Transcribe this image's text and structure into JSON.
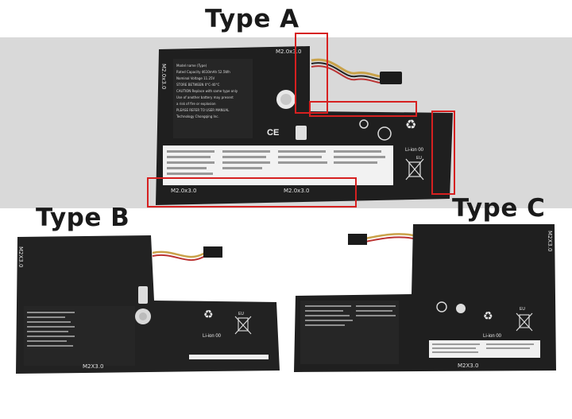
{
  "labels": {
    "type_a": "Type A",
    "type_b": "Type B",
    "type_c": "Type C"
  },
  "battery_a": {
    "screw_top": "M2.0x3.0",
    "screw_bottom_left": "M2.0x3.0",
    "screw_bottom_mid": "M2.0x3.0",
    "recycle_label": "Li-ion 00",
    "ce_mark": "CE",
    "eu": "EU",
    "highlight_color": "#d62020"
  },
  "battery_b": {
    "screw_bottom": "M2X3.0",
    "recycle_label": "Li-ion 00",
    "eu": "EU"
  },
  "battery_c": {
    "screw_bottom": "M2X3.0",
    "recycle_label": "Li-ion 00",
    "eu": "EU"
  },
  "colors": {
    "battery_body": "#222222",
    "label_white": "#f2f2f2",
    "background_band": "#d9d9d9"
  }
}
